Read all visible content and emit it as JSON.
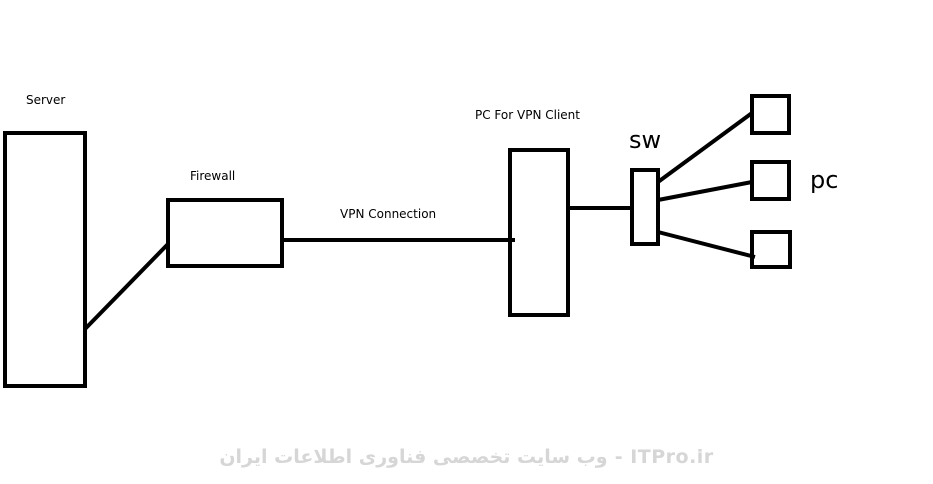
{
  "labels": {
    "server": "Server",
    "firewall": "Firewall",
    "vpn_connection": "VPN Connection",
    "pc_vpn_client": "PC For VPN Client",
    "switch": "sw",
    "pc": "pc"
  },
  "watermark": "ITPro.ir - وب سایت تخصصی فناوری اطلاعات ایران",
  "colors": {
    "stroke": "#000000",
    "watermark": "#d6d6d6"
  }
}
